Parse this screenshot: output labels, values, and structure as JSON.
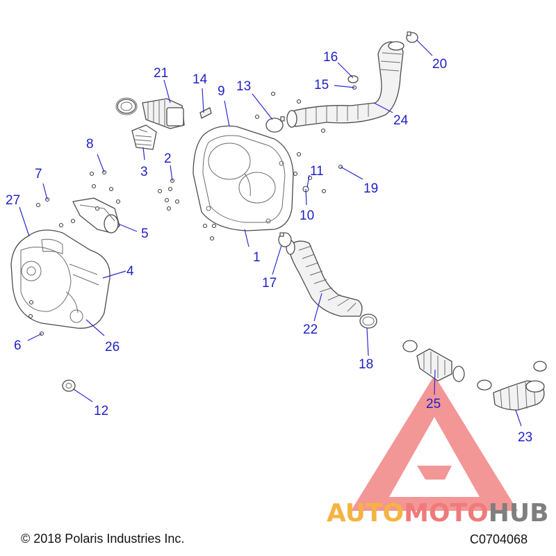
{
  "footer": {
    "copyright": "© 2018 Polaris Industries Inc.",
    "figure_code": "C0704068"
  },
  "watermark": {
    "part1": "AUTO",
    "part2": "MOTO",
    "part3": "HUB",
    "color_auto": "#f5b342",
    "color_moto": "#f07a7a",
    "color_hub": "#7f7f7f",
    "triangle_color": "#ef6f6f"
  },
  "colors": {
    "callout": "#1e1ec8",
    "line_art": "#4a4a4a"
  },
  "callouts": [
    {
      "id": "1",
      "label": "1"
    },
    {
      "id": "2",
      "label": "2"
    },
    {
      "id": "3",
      "label": "3"
    },
    {
      "id": "4",
      "label": "4"
    },
    {
      "id": "5",
      "label": "5"
    },
    {
      "id": "6",
      "label": "6"
    },
    {
      "id": "7",
      "label": "7"
    },
    {
      "id": "8",
      "label": "8"
    },
    {
      "id": "9",
      "label": "9"
    },
    {
      "id": "10",
      "label": "10"
    },
    {
      "id": "11",
      "label": "11"
    },
    {
      "id": "12",
      "label": "12"
    },
    {
      "id": "13",
      "label": "13"
    },
    {
      "id": "14",
      "label": "14"
    },
    {
      "id": "15",
      "label": "15"
    },
    {
      "id": "16",
      "label": "16"
    },
    {
      "id": "17",
      "label": "17"
    },
    {
      "id": "18",
      "label": "18"
    },
    {
      "id": "19",
      "label": "19"
    },
    {
      "id": "20",
      "label": "20"
    },
    {
      "id": "21",
      "label": "21"
    },
    {
      "id": "22",
      "label": "22"
    },
    {
      "id": "23",
      "label": "23"
    },
    {
      "id": "24",
      "label": "24"
    },
    {
      "id": "25",
      "label": "25"
    },
    {
      "id": "26",
      "label": "26"
    },
    {
      "id": "27",
      "label": "27"
    }
  ]
}
